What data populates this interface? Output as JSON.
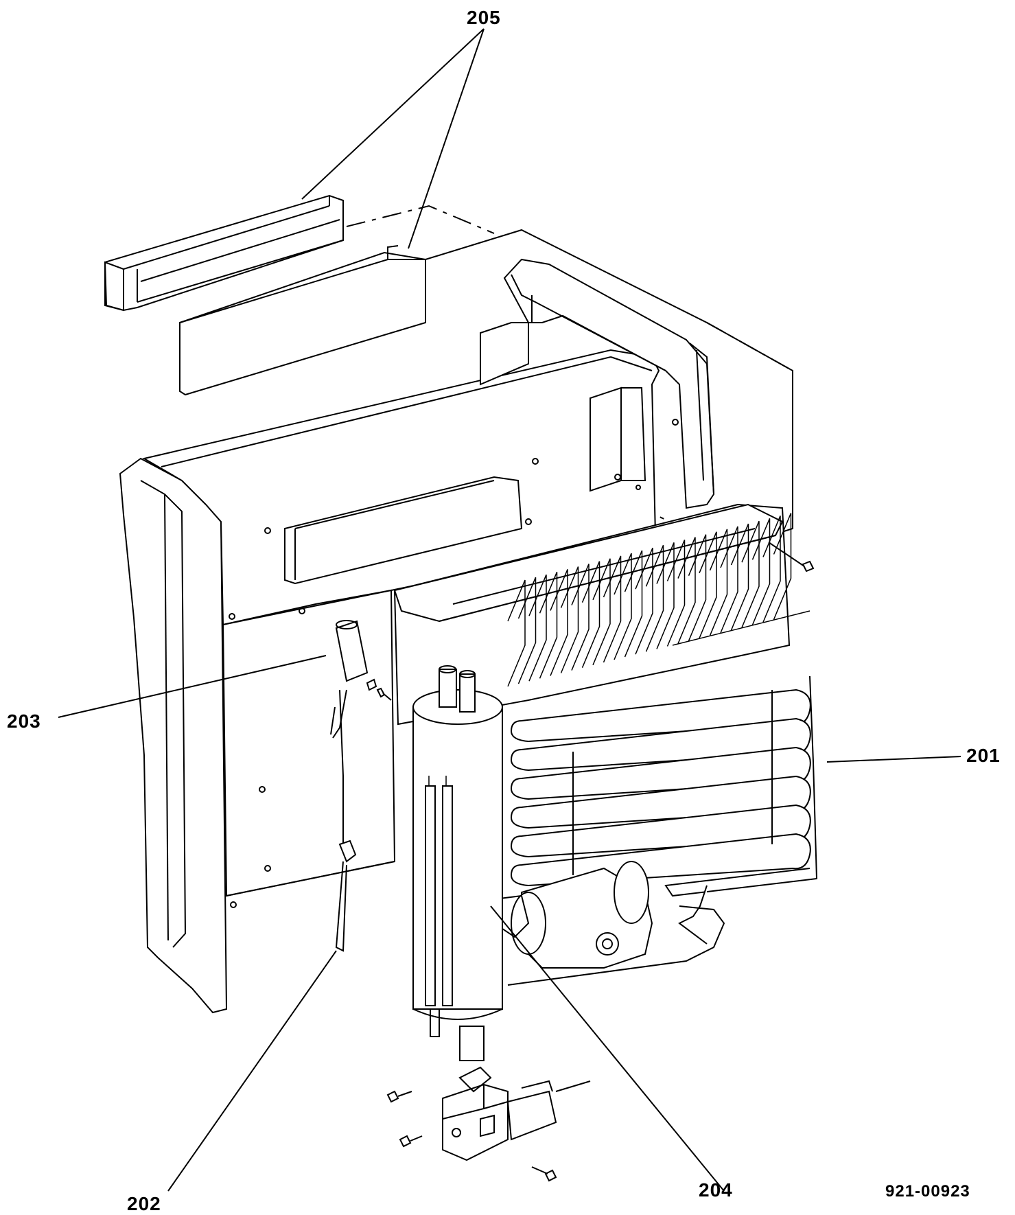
{
  "labels": {
    "p205": "205",
    "p203": "203",
    "p201": "201",
    "p202": "202",
    "p204": "204",
    "drawing_number": "921-00923"
  }
}
